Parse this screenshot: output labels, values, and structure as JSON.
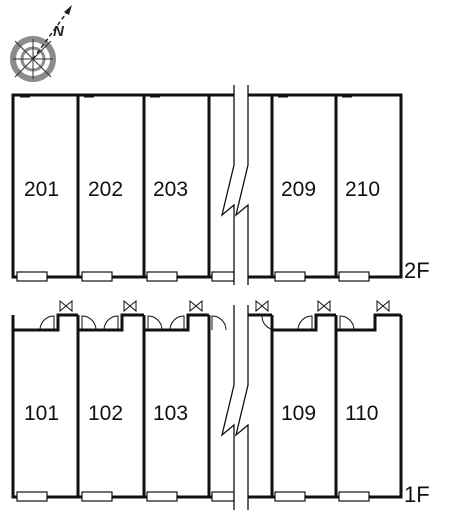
{
  "compass": {
    "north_label": "N",
    "icon": "compass-icon"
  },
  "floors": [
    {
      "id": "2f",
      "label": "2F",
      "units": [
        "201",
        "202",
        "203",
        "209",
        "210"
      ]
    },
    {
      "id": "1f",
      "label": "1F",
      "units": [
        "101",
        "102",
        "103",
        "109",
        "110"
      ]
    }
  ],
  "colors": {
    "line": "#111111",
    "compass_gray": "#8c8c8c"
  }
}
